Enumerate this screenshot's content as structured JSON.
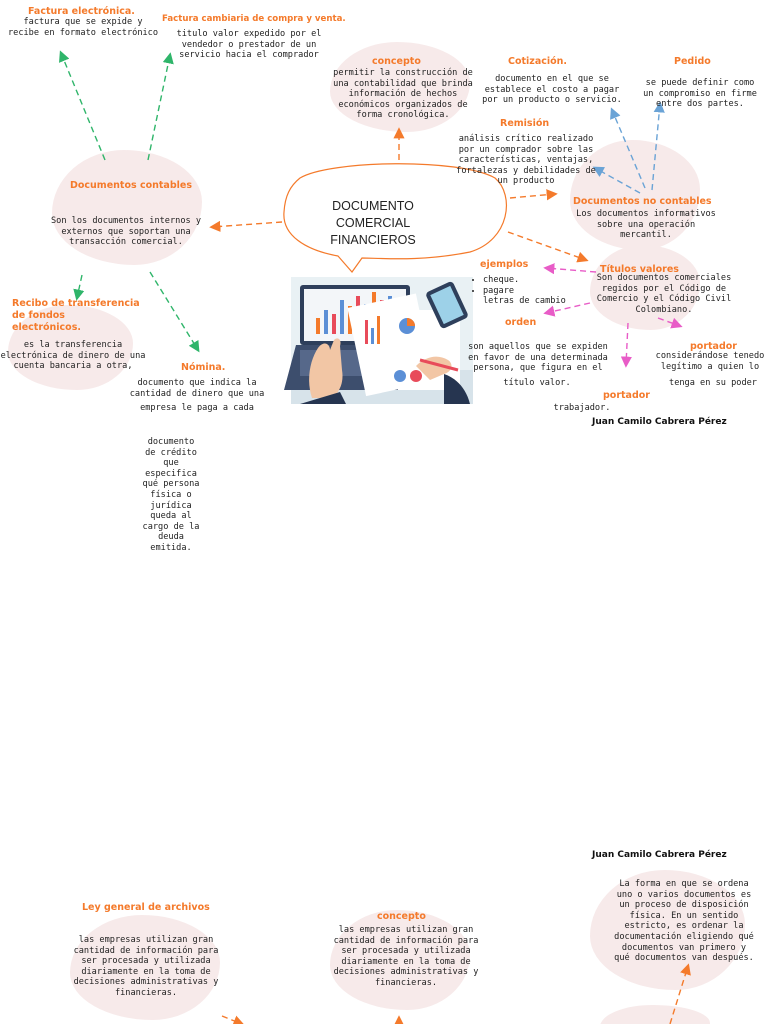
{
  "center": {
    "title": "DOCUMENTO\nCOMERCIAL FINANCIEROS"
  },
  "factura_electronica": {
    "title": "Factura electrónica.",
    "text": "factura que se expide y\nrecibe en formato electrónico"
  },
  "factura_cambiaria": {
    "title": "Factura cambiaria de compra y venta.",
    "text": "titulo valor expedido por el\nvendedor o prestador de un\nservicio hacia el comprador"
  },
  "concepto_top": {
    "title": "concepto",
    "text": "permitir la construcción de\nuna contabilidad que brinda\ninformación de hechos\neconómicos organizados de\nforma cronológica."
  },
  "cotizacion": {
    "title": "Cotización.",
    "text": "documento en el que se\nestablece el costo a pagar\npor un producto o servicio."
  },
  "pedido": {
    "title": "Pedido",
    "text": "se puede definir como\nun compromiso en firme\nentre dos partes."
  },
  "remision": {
    "title": "Remisión",
    "text": "análisis crítico realizado\npor un comprador sobre las\ncaracterísticas, ventajas,\nfortalezas y debilidades de\nun producto"
  },
  "documentos_contables": {
    "title": "Documentos contables",
    "text": "Son los documentos internos y\nexternos que soportan una\ntransacción comercial."
  },
  "documentos_no_contables": {
    "title": "Documentos no contables",
    "text": "Los documentos informativos\nsobre una operación\nmercantil."
  },
  "ejemplos": {
    "title": "ejemplos",
    "items": [
      "cheque.",
      "pagare",
      "letras de cambio"
    ]
  },
  "titulos_valores": {
    "title": "Títulos valores",
    "text": "Son documentos comerciales\nregidos por el Código de\nComercio y el Código Civil\nColombiano."
  },
  "orden": {
    "title": "orden",
    "text": "son aquellos que se expiden\nen favor de una determinada\npersona, que figura en el",
    "text2": "título valor."
  },
  "portador_right": {
    "title": "portador",
    "text": "considerándose tenedo\nlegítimo a quien lo",
    "text2": "tenga en su poder"
  },
  "portador_mid": {
    "title": "portador",
    "text": "trabajador."
  },
  "recibo": {
    "title": "Recibo de transferencia\nde fondos\nelectrónicos.",
    "text": "es la transferencia\nelectrónica de dinero de una\ncuenta bancaria a otra,"
  },
  "nomina": {
    "title": "Nómina.",
    "text": "documento que indica la\ncantidad de dinero que una",
    "text2": "empresa le paga a cada"
  },
  "documento_credito": {
    "text": "documento\nde crédito\nque\nespecifica\nqué persona\nfísica o\njurídica\nqueda al\ncargo de la\ndeuda\nemitida."
  },
  "author_top": "Juan Camilo Cabrera Pérez",
  "author_bottom": "Juan Camilo Cabrera Pérez",
  "ley_general": {
    "title": "Ley general de archivos",
    "text": "las empresas utilizan gran\ncantidad de información para\nser procesada y utilizada\ndiariamente en la toma de\ndecisiones administrativas y\nfinancieras."
  },
  "concepto_bottom": {
    "title": "concepto",
    "text": "las empresas utilizan gran\ncantidad de información para\nser procesada y utilizada\ndiariamente en la toma de\ndecisiones administrativas y\nfinancieras."
  },
  "ordenar": {
    "text": "La forma en que se ordena\nuno o varios documentos es\nun proceso de disposición\nfísica. En un sentido\nestricto, es ordenar la\ndocumentación eligiendo qué\ndocumentos van primero y\nqué documentos van después."
  },
  "colors": {
    "accent": "#f47a2b",
    "green": "#2fb56a",
    "pink": "#e85cc7",
    "blue": "#6aa3d6",
    "blob": "#f7eaea"
  }
}
